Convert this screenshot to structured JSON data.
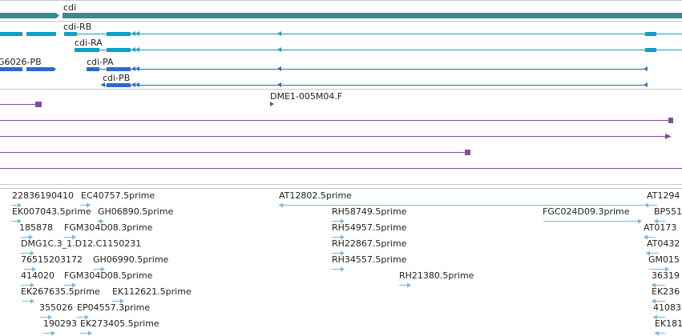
{
  "colors": {
    "gene": "#3a8a8e",
    "transcript_cyan": "#0ea0c3",
    "transcript_blue": "#2d6bc7",
    "clone": "#7b4fa7",
    "est": "#7fb3dc",
    "separator": "#c8c8c8"
  },
  "genes": [
    {
      "label": "cdi"
    }
  ],
  "transcripts": [
    {
      "label": "cdi-RB"
    },
    {
      "label": "cdi-RA"
    },
    {
      "label": "G6026-PB"
    },
    {
      "label": "cdi-PA"
    },
    {
      "label": "cdi-PB"
    }
  ],
  "clones": [
    {
      "label": "DME1-005M04.F"
    }
  ],
  "ests": [
    {
      "label": "22836190410"
    },
    {
      "label": "EC40757.5prime"
    },
    {
      "label": "AT12802.5prime"
    },
    {
      "label": "AT1294"
    },
    {
      "label": "EK007043.5prime"
    },
    {
      "label": "GH06890.5prime"
    },
    {
      "label": "RH58749.5prime"
    },
    {
      "label": "FGC024D09.3prime"
    },
    {
      "label": "BP551"
    },
    {
      "label": "185878"
    },
    {
      "label": "FGM304D08.3prime"
    },
    {
      "label": "RH54957.5prime"
    },
    {
      "label": "AT0173"
    },
    {
      "label": "DMG1C.3_1.D12.C1150231"
    },
    {
      "label": "RH22867.5prime"
    },
    {
      "label": "AT0432"
    },
    {
      "label": "76515203172"
    },
    {
      "label": "GH06990.5prime"
    },
    {
      "label": "RH34557.5prime"
    },
    {
      "label": "GM015"
    },
    {
      "label": "414020"
    },
    {
      "label": "FGM304D08.5prime"
    },
    {
      "label": "RH21380.5prime"
    },
    {
      "label": "36319"
    },
    {
      "label": "EK267635.5prime"
    },
    {
      "label": "EK112621.5prime"
    },
    {
      "label": "EK236"
    },
    {
      "label": "355026"
    },
    {
      "label": "EP04557.3prime"
    },
    {
      "label": "41083"
    },
    {
      "label": "190293"
    },
    {
      "label": "EK273405.5prime"
    },
    {
      "label": "EK181"
    }
  ]
}
